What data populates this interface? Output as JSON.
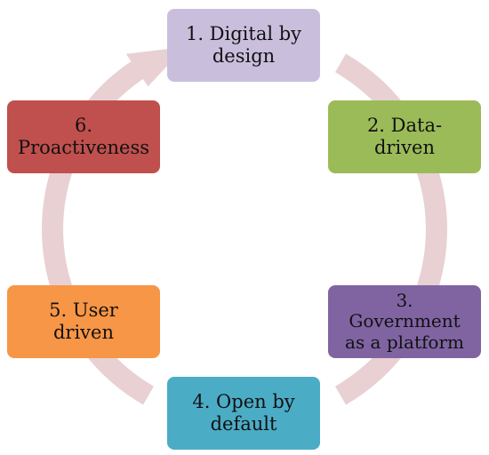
{
  "diagram": {
    "ring_color": "#e8d0d3",
    "steps": [
      {
        "lines": [
          "1. Digital by",
          "design"
        ],
        "color": "#c9bfdd"
      },
      {
        "lines": [
          "2. Data-",
          "driven"
        ],
        "color": "#9bbb59"
      },
      {
        "lines": [
          "3.",
          "Government",
          "as a platform"
        ],
        "color": "#8064a2"
      },
      {
        "lines": [
          "4. Open by",
          "default"
        ],
        "color": "#4bacc6"
      },
      {
        "lines": [
          "5. User",
          "driven"
        ],
        "color": "#f79646"
      },
      {
        "lines": [
          "6.",
          "Proactiveness"
        ],
        "color": "#c0504d"
      }
    ]
  }
}
